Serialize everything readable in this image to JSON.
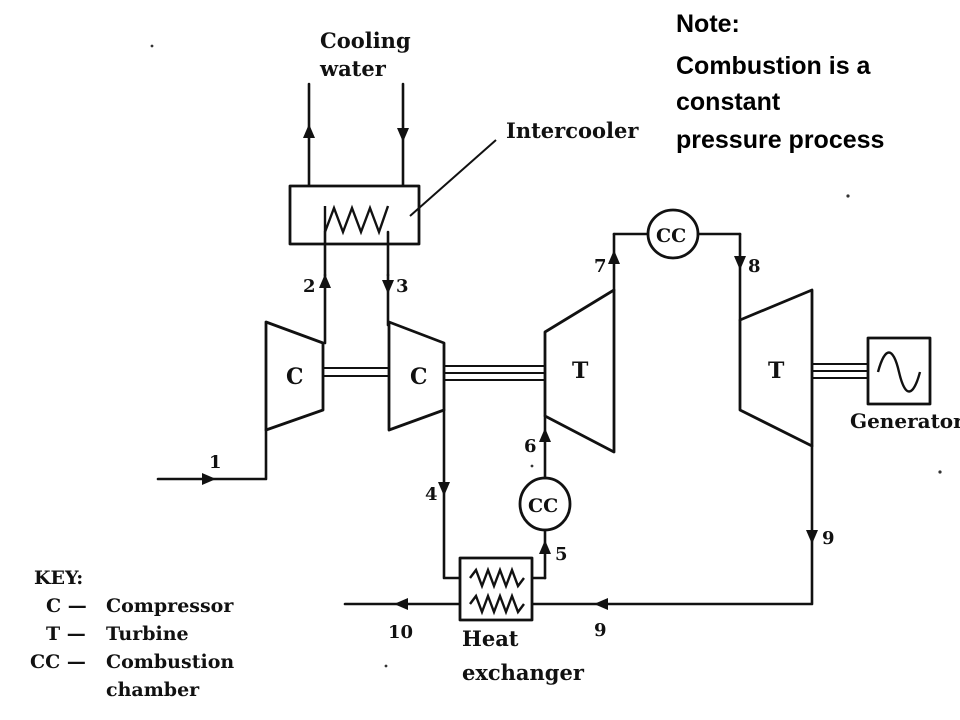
{
  "note": {
    "heading": "Note:",
    "lines": [
      "Combustion is a",
      "constant",
      "pressure process"
    ]
  },
  "labels": {
    "cooling_water": [
      "Cooling",
      "water"
    ],
    "intercooler": "Intercooler",
    "generator": "Generator",
    "heat_exchanger": [
      "Heat",
      "exchanger"
    ]
  },
  "machines": {
    "compressor_1": "C",
    "compressor_2": "C",
    "turbine_1": "T",
    "turbine_2": "T",
    "combustion_chamber_1": "CC",
    "combustion_chamber_2": "CC"
  },
  "states": {
    "s1": "1",
    "s2": "2",
    "s3": "3",
    "s4": "4",
    "s5": "5",
    "s6": "6",
    "s7": "7",
    "s8": "8",
    "s9a": "9",
    "s9b": "9",
    "s10": "10"
  },
  "key": {
    "title": "KEY:",
    "entries": [
      {
        "abbr": "C —",
        "meaning": "Compressor"
      },
      {
        "abbr": "T —",
        "meaning": "Turbine"
      },
      {
        "abbr": "CC —",
        "meaning": "Combustion"
      }
    ],
    "continuation": "chamber"
  },
  "icons": {
    "generator_symbol": "sine-wave-icon",
    "heat_exchanger_coil": "coil-icon"
  }
}
